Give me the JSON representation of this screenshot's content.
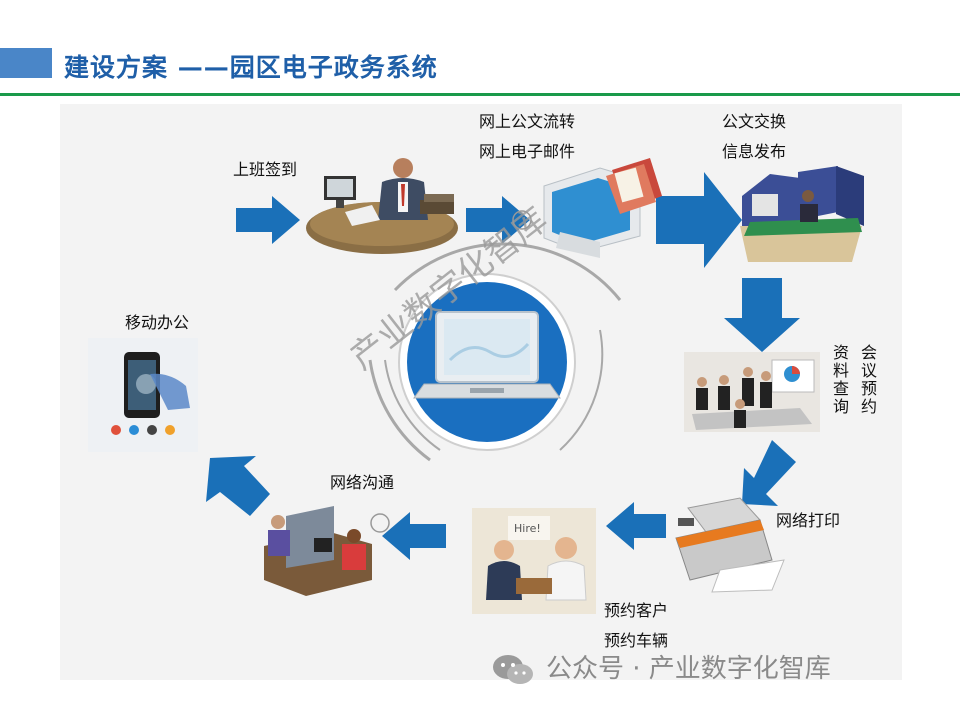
{
  "header": {
    "title": "建设方案 ——园区电子政务系统"
  },
  "nodes": {
    "checkin": {
      "label": "上班签到"
    },
    "docflow": {
      "line1": "网上公文流转",
      "line2": "网上电子邮件"
    },
    "exchange": {
      "line1": "公文交换",
      "line2": "信息发布"
    },
    "meeting": {
      "col1": "会议预约",
      "col2": "资料查询"
    },
    "print": {
      "label": "网络打印"
    },
    "client": {
      "line1": "预约客户",
      "line2": "预约车辆",
      "sign": "Hire!"
    },
    "comm": {
      "label": "网络沟通"
    },
    "mobile": {
      "label": "移动办公"
    }
  },
  "watermark": {
    "text": "产业数字化智库"
  },
  "footer": {
    "text": "公众号 · 产业数字化智库"
  },
  "colors": {
    "title": "#1f5fa8",
    "arrow": "#1a70b8",
    "rule": "#1a9a4a",
    "center": "#1a6fc0"
  }
}
